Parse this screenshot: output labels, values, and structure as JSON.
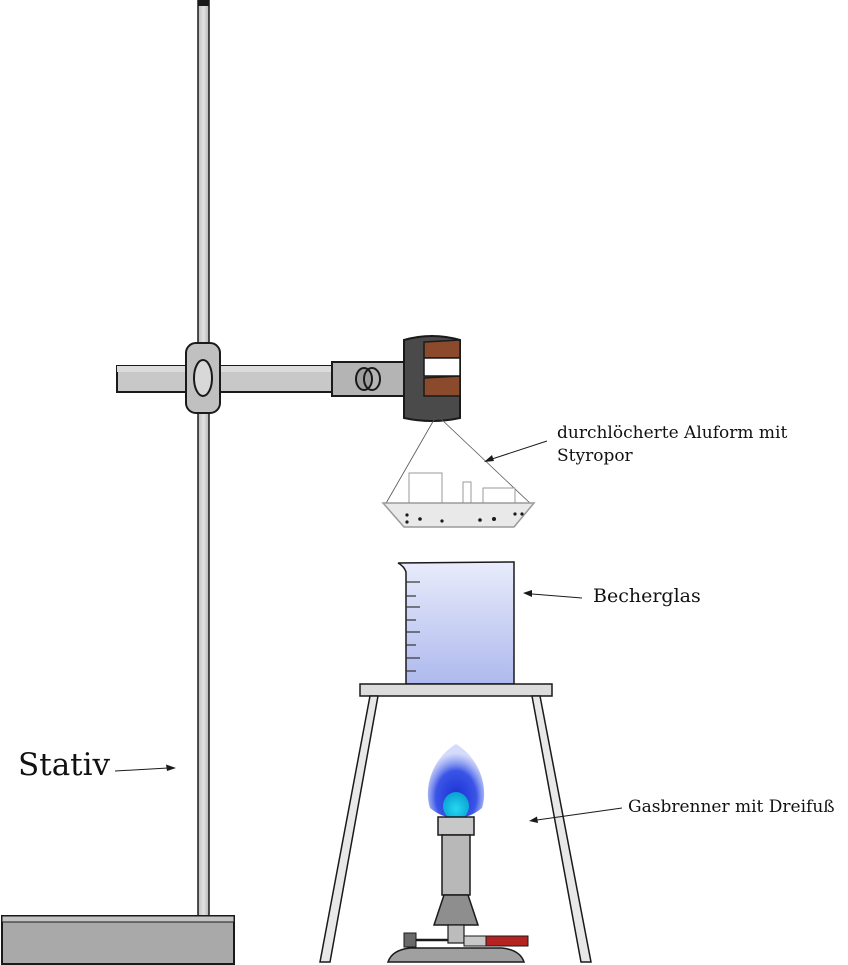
{
  "labels": {
    "stativ": "Stativ",
    "aluform_line1": "durchlöcherte Aluform mit",
    "aluform_line2": "Styropor",
    "becherglas": "Becherglas",
    "gasbrenner": "Gasbrenner mit Dreifuß"
  },
  "colors": {
    "metal": "#c8c8c8",
    "metal_dark": "#a9a9a9",
    "outline": "#1a1a1a",
    "clamp_body": "#4a4a4a",
    "clamp_pad": "#8b4a2b",
    "water": "#b8c3f0",
    "flame_outer": "#2438d8",
    "flame_inner": "#00bde0",
    "valve_handle": "#b52222"
  },
  "icons": {
    "stand": "retort-stand",
    "clamp": "test-tube-clamp",
    "aluform": "perforated-aluminum-dish",
    "beaker": "beaker",
    "tripod": "tripod",
    "burner": "bunsen-burner"
  }
}
